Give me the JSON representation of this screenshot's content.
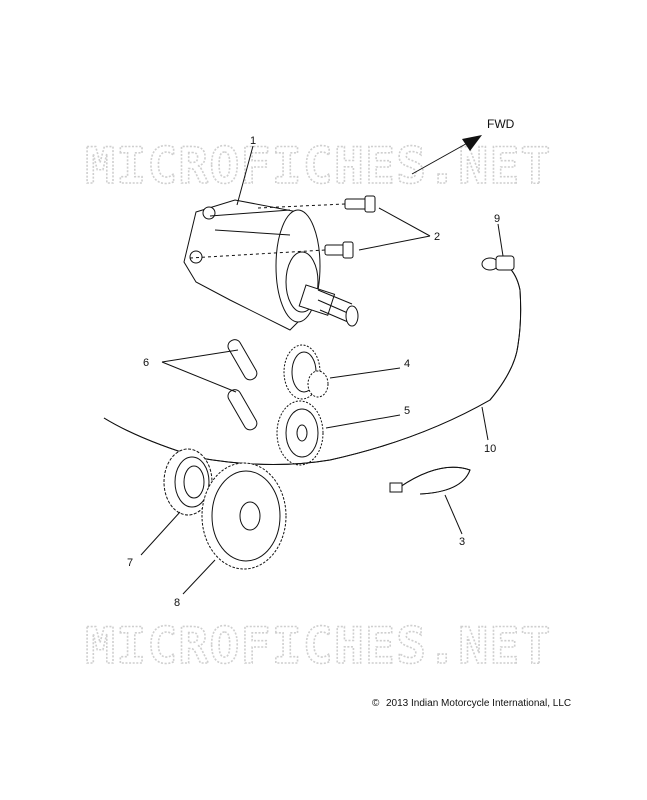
{
  "watermark": {
    "text": "MICROFICHES.NET"
  },
  "direction": {
    "label": "FWD"
  },
  "callouts": [
    {
      "id": "1",
      "label": "1"
    },
    {
      "id": "2",
      "label": "2"
    },
    {
      "id": "3",
      "label": "3"
    },
    {
      "id": "4",
      "label": "4"
    },
    {
      "id": "5",
      "label": "5"
    },
    {
      "id": "6",
      "label": "6"
    },
    {
      "id": "7",
      "label": "7"
    },
    {
      "id": "8",
      "label": "8"
    },
    {
      "id": "9",
      "label": "9"
    },
    {
      "id": "10",
      "label": "10"
    }
  ],
  "copyright": {
    "symbol": "©",
    "text": "2013 Indian Motorcycle International, LLC"
  }
}
